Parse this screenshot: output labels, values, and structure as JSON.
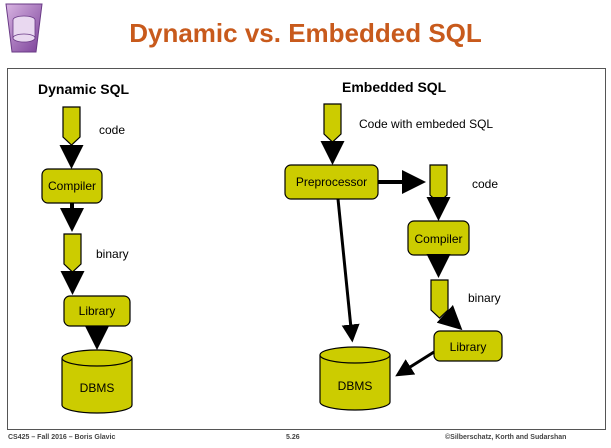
{
  "title": "Dynamic vs. Embedded SQL",
  "colors": {
    "title": "#c85a1c",
    "node_fill": "#cccc00",
    "node_stroke": "#000000",
    "frame": "#555555"
  },
  "logo": {
    "icon": "database-icon"
  },
  "dynamic": {
    "heading": "Dynamic SQL",
    "code_label": "code",
    "compiler": "Compiler",
    "binary_label": "binary",
    "library": "Library",
    "dbms": "DBMS"
  },
  "embedded": {
    "heading": "Embedded SQL",
    "code_label": "Code with embeded SQL",
    "preprocessor": "Preprocessor",
    "code2_label": "code",
    "compiler": "Compiler",
    "binary_label": "binary",
    "library": "Library",
    "dbms": "DBMS"
  },
  "footer": {
    "left": "CS425 – Fall 2016 – Boris Glavic",
    "center": "5.26",
    "right": "©Silberschatz, Korth and Sudarshan"
  }
}
